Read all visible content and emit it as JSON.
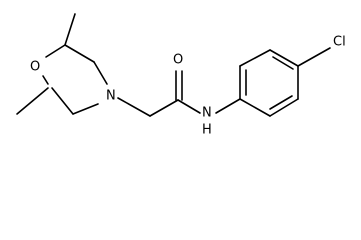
{
  "molecule": {
    "atom_labels": {
      "ring_oxygen": "O",
      "ring_nitrogen": "N",
      "carbonyl_oxygen": "O",
      "amide_nitrogen": "N",
      "amide_hydrogen": "H",
      "chlorine": "Cl"
    },
    "colors": {
      "bond": "#000000",
      "label": "#000000",
      "background": "#ffffff"
    }
  }
}
